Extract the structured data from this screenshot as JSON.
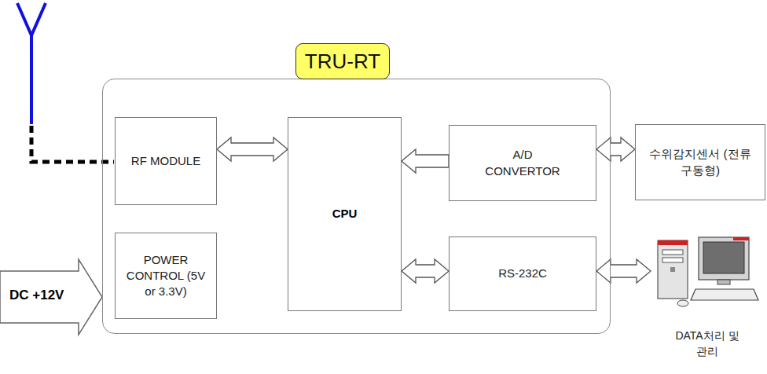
{
  "diagram": {
    "nodes": [
      {
        "text": [
          "TRU-RT"
        ]
      },
      {
        "text": [
          "RF MODULE"
        ],
        "in": 0
      },
      {
        "text": [
          "POWER CONTROL (5V or 3.3V)"
        ],
        "in": 0
      },
      {
        "text": [
          "CPU"
        ],
        "in": 0
      },
      {
        "text": [
          "A/D CONVERTOR"
        ],
        "in": 0
      },
      {
        "text": [
          "RS-232C"
        ],
        "in": 0
      },
      {
        "text": [
          "수위감지센서 (전류구동형)"
        ]
      },
      {
        "text": [
          "DATA처리 및 관리"
        ]
      }
    ],
    "edges": [
      {
        "from": 1,
        "to": 3,
        "arrow": "both"
      },
      {
        "from": 4,
        "to": 3,
        "arrow": "to"
      },
      {
        "from": 5,
        "to": 3,
        "arrow": "both"
      },
      {
        "from": 6,
        "to": 4,
        "arrow": "both"
      },
      {
        "from": 5,
        "to": 7,
        "arrow": "both"
      }
    ],
    "labels": [
      "DC +12V"
    ]
  }
}
